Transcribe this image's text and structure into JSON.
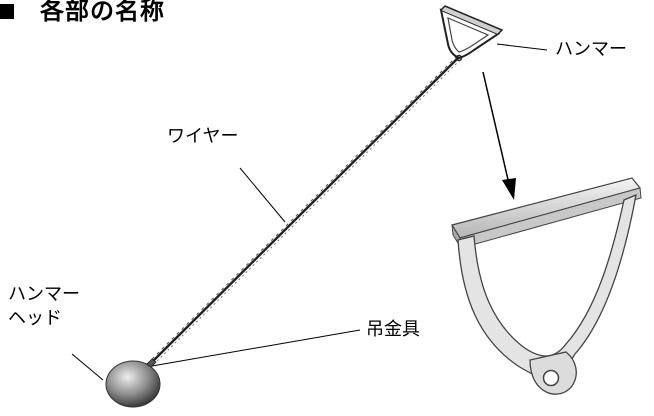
{
  "title": "各部の名称",
  "labels": {
    "hammer": "ハンマー",
    "wire": "ワイヤー",
    "hammer_head_line1": "ハンマー",
    "hammer_head_line2": "ヘッド",
    "fitting": "吊金具"
  }
}
